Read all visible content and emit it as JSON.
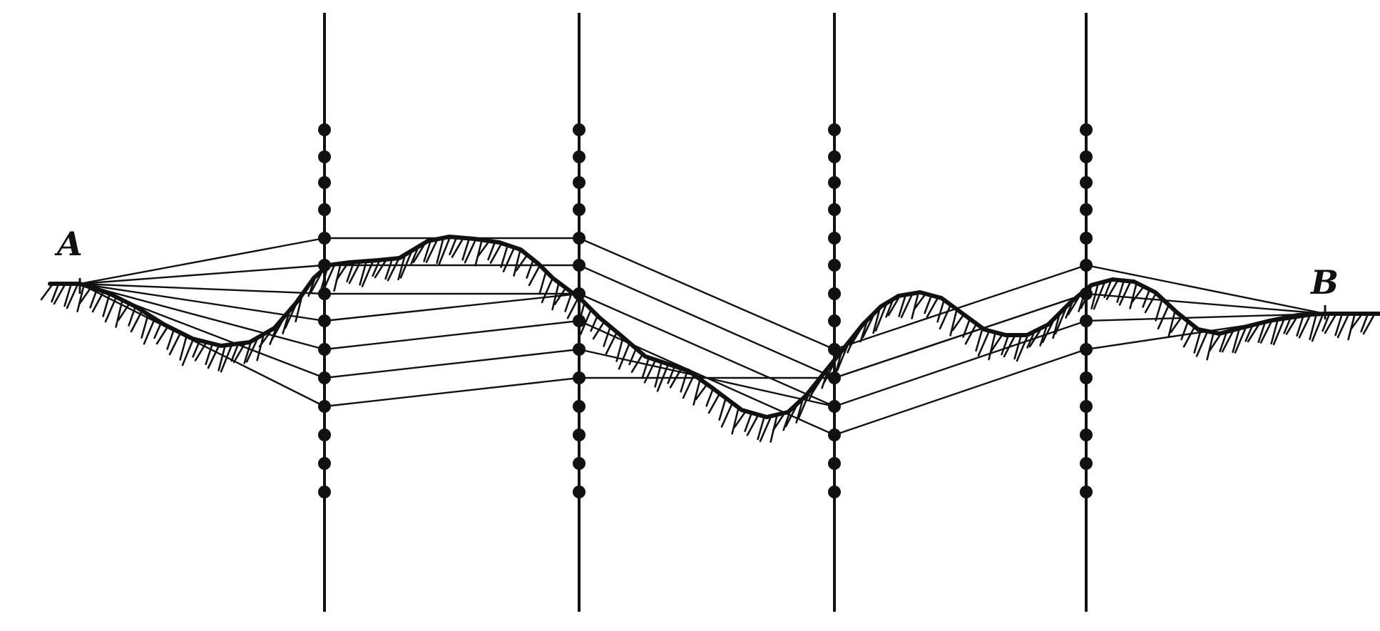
{
  "labels": {
    "start": "A",
    "end": "B"
  },
  "colors": {
    "ink": "#111111",
    "background": "#ffffff"
  },
  "diagram": {
    "stakes_count": 4,
    "description_only": false
  }
}
